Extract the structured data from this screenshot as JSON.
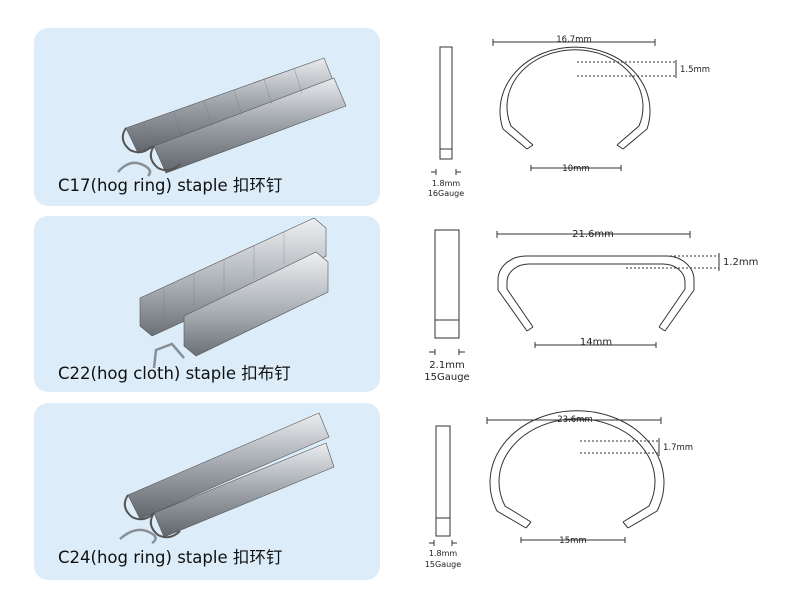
{
  "products": [
    {
      "label": "C17(hog ring) staple 扣环钉",
      "side_width": "1.8mm",
      "side_gauge": "16Gauge",
      "overall_width": "16.7mm",
      "wire_thickness": "1.5mm",
      "opening": "10mm"
    },
    {
      "label": "C22(hog cloth) staple 扣布钉",
      "side_width": "2.1mm",
      "side_gauge": "15Gauge",
      "overall_width": "21.6mm",
      "wire_thickness": "1.2mm",
      "opening": "14mm"
    },
    {
      "label": "C24(hog ring) staple 扣环钉",
      "side_width": "1.8mm",
      "side_gauge": "15Gauge",
      "overall_width": "23.6mm",
      "wire_thickness": "1.7mm",
      "opening": "15mm"
    }
  ],
  "colors": {
    "card_bg": "#dcecf8",
    "line": "#333333",
    "steel": "#a9adb3"
  }
}
